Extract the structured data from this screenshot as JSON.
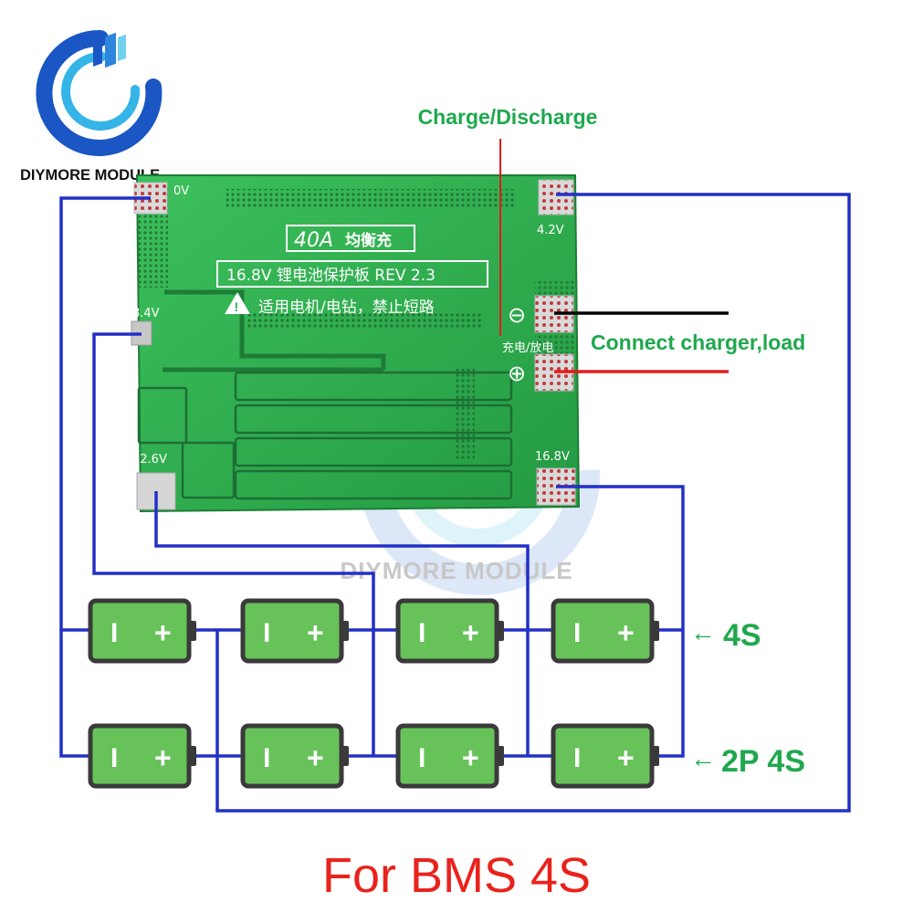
{
  "brand": {
    "name": "DIYMORE MODULE",
    "watermark": "DIYMORE MODULE",
    "logo_colors": [
      "#1a56c4",
      "#35b4e8",
      "#6fd0ef"
    ]
  },
  "annotations": {
    "charge_discharge": "Charge/Discharge",
    "connect": "Connect charger,load",
    "series_4s": "4S",
    "parallel_2p4s": "2P 4S",
    "arrow": "←"
  },
  "board": {
    "rating": "40A",
    "balance": "均衡充",
    "title_line": "16.8V 锂电池保护板 REV 2.3",
    "warning_line": "适用电机/电钻，禁止短路",
    "port_label": "充电/放电",
    "terminals": {
      "t0": "0V",
      "t42": "4.2V",
      "t84": "8.4V",
      "t126": "12.6V",
      "t168": "16.8V"
    },
    "minus_sign": "⊖",
    "plus_sign": "⊕"
  },
  "battery": {
    "neg_symbol": "I",
    "pos_symbol": "+"
  },
  "footer": "For BMS 4S",
  "colors": {
    "wire": "#2230c6",
    "pcb": "#2fae4f",
    "label_green": "#1fa84e",
    "footer_red": "#e8231c",
    "battery_fill": "#67c25a",
    "battery_stroke": "#3a3a3a",
    "wire_black": "#000000",
    "wire_red": "#e31b1b"
  }
}
